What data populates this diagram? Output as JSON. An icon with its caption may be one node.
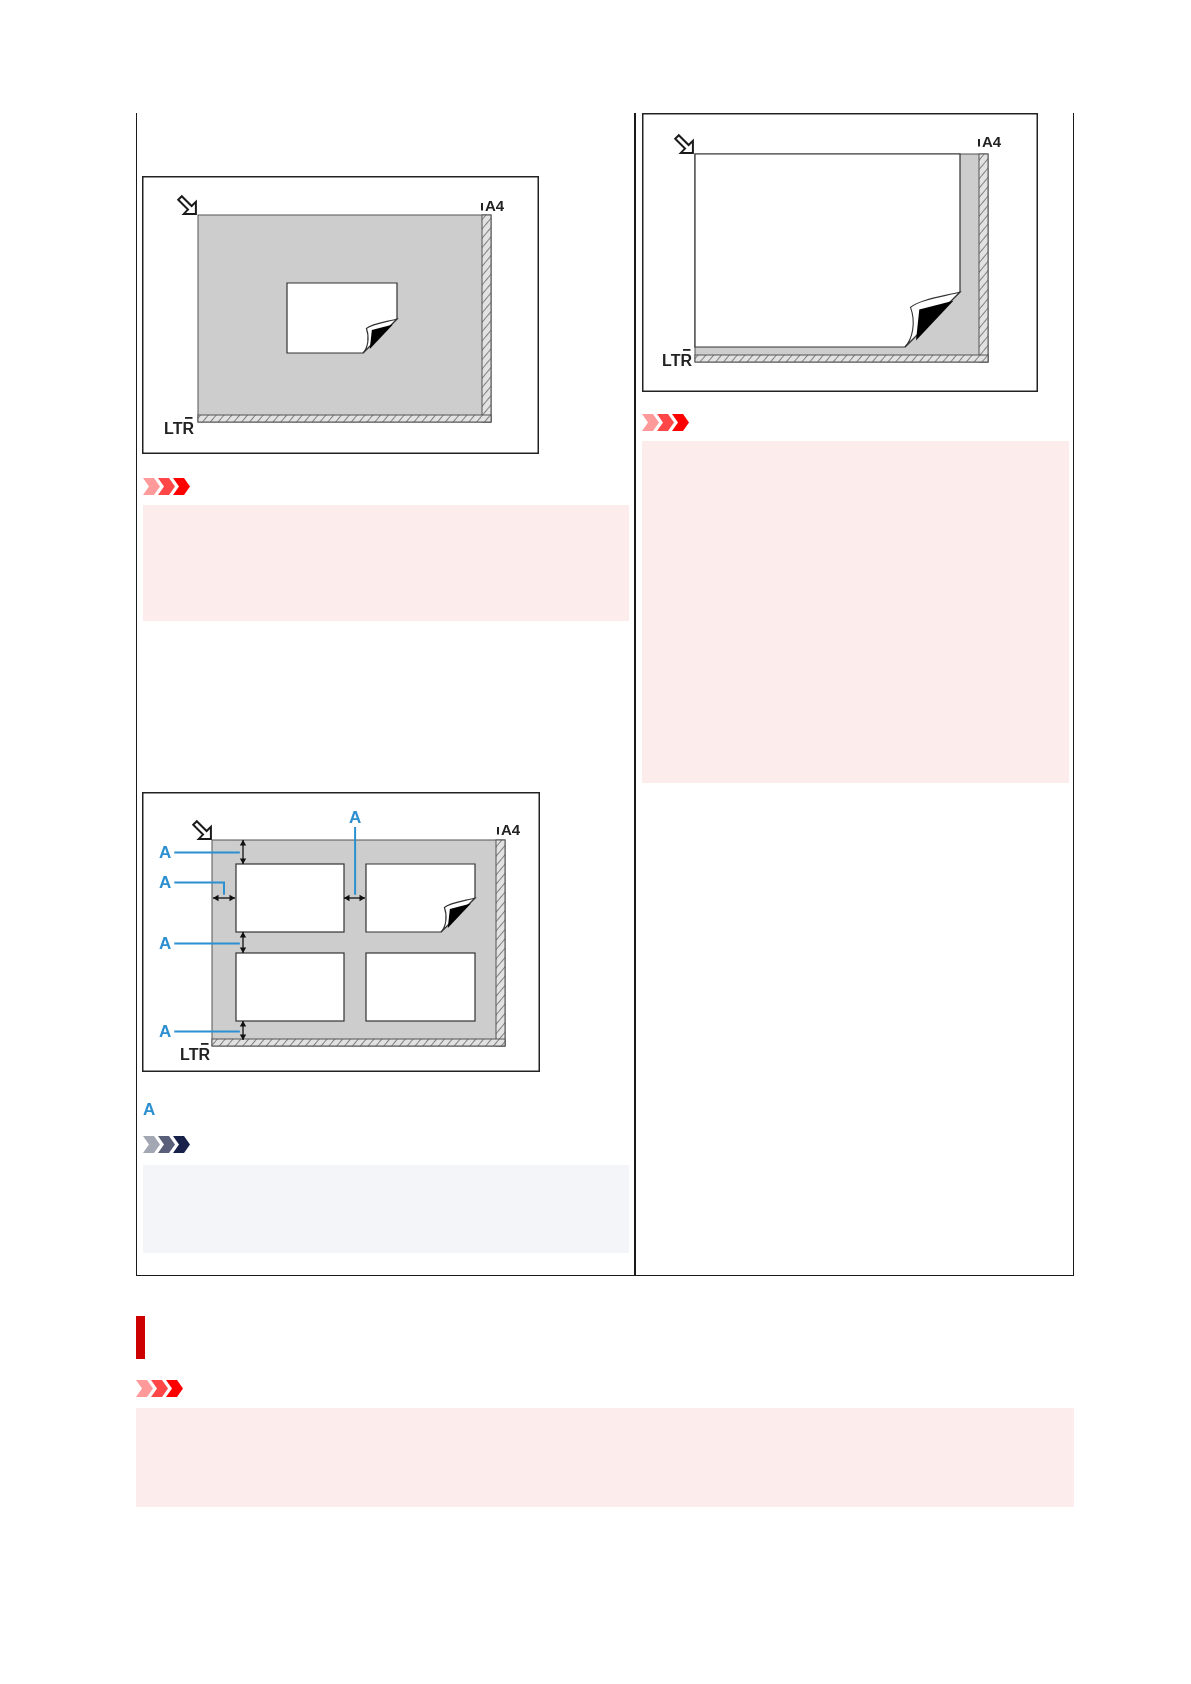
{
  "diagram": {
    "nodes": [
      {
        "text": [
          "A"
        ]
      },
      {
        "text": [
          "A"
        ]
      },
      {
        "text": [
          "A"
        ]
      },
      {
        "text": [
          "A"
        ]
      },
      {
        "text": [
          "A"
        ]
      },
      {
        "text": [],
        "shape": "arrow"
      },
      {
        "text": [],
        "shape": "arrow"
      },
      {
        "text": [],
        "shape": "arrow"
      },
      {
        "text": [],
        "shape": "arrow"
      },
      {
        "text": [],
        "shape": "arrow"
      }
    ],
    "edges": [
      {
        "from": 0,
        "to": 7,
        "arrow": "none"
      },
      {
        "from": 1,
        "to": 5,
        "arrow": "none"
      },
      {
        "from": 2,
        "to": 6,
        "arrow": "none"
      },
      {
        "from": 3,
        "to": 8,
        "arrow": "none"
      },
      {
        "from": 4,
        "to": 9,
        "arrow": "none"
      }
    ],
    "labels": [
      "A4",
      "LTR",
      "A4",
      "LTR",
      "A",
      "A4",
      "LTR"
    ]
  }
}
